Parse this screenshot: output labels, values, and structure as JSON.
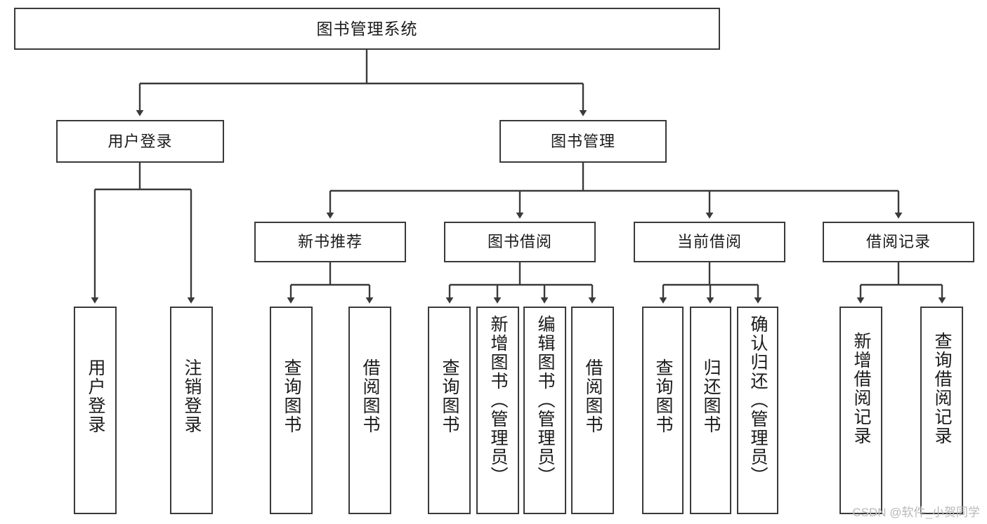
{
  "diagram": {
    "type": "tree",
    "title": "图书管理系统",
    "root": {
      "label": "图书管理系统"
    },
    "level2": [
      {
        "label": "用户登录"
      },
      {
        "label": "图书管理"
      }
    ],
    "level3": [
      {
        "label": "新书推荐"
      },
      {
        "label": "图书借阅"
      },
      {
        "label": "当前借阅"
      },
      {
        "label": "借阅记录"
      }
    ],
    "leaves": {
      "user_login": [
        {
          "label": "用户登录"
        },
        {
          "label": "注销登录"
        }
      ],
      "new_book": [
        {
          "label": "查询图书"
        },
        {
          "label": "借阅图书"
        }
      ],
      "book_borrow": [
        {
          "label": "查询图书"
        },
        {
          "label": "新增图书（管理员）"
        },
        {
          "label": "编辑图书（管理员）"
        },
        {
          "label": "借阅图书"
        }
      ],
      "current_borrow": [
        {
          "label": "查询图书"
        },
        {
          "label": "归还图书"
        },
        {
          "label": "确认归还（管理员）"
        }
      ],
      "borrow_record": [
        {
          "label": "新增借阅记录"
        },
        {
          "label": "查询借阅记录"
        }
      ]
    }
  },
  "watermark": {
    "text": "CSDN @软件_小贺同学"
  },
  "colors": {
    "border": "#3a3a3a",
    "text": "#1b1b1b",
    "background": "#ffffff",
    "watermark": "#b9b9b9"
  }
}
